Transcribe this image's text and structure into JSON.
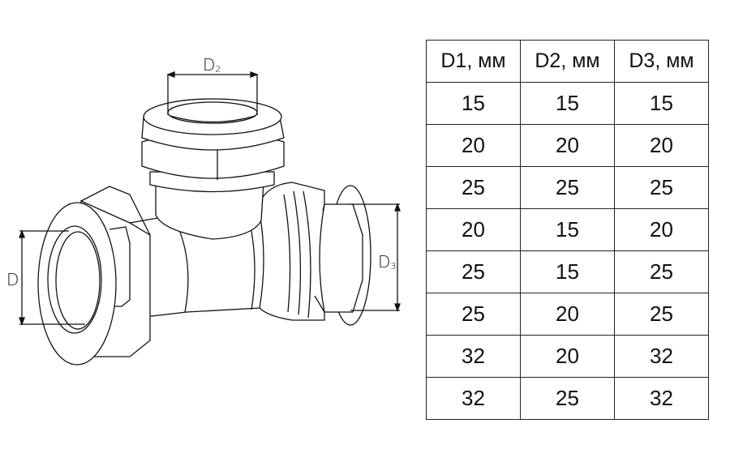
{
  "diagram": {
    "labels": {
      "d1": {
        "base": "D",
        "sub": ""
      },
      "d2": {
        "base": "D",
        "sub": "2"
      },
      "d3": {
        "base": "D",
        "sub": "3"
      }
    }
  },
  "table": {
    "headers": [
      "D1, мм",
      "D2, мм",
      "D3, мм"
    ],
    "rows": [
      [
        "15",
        "15",
        "15"
      ],
      [
        "20",
        "20",
        "20"
      ],
      [
        "25",
        "25",
        "25"
      ],
      [
        "20",
        "15",
        "20"
      ],
      [
        "25",
        "15",
        "25"
      ],
      [
        "25",
        "20",
        "25"
      ],
      [
        "32",
        "20",
        "32"
      ],
      [
        "32",
        "25",
        "32"
      ]
    ]
  }
}
